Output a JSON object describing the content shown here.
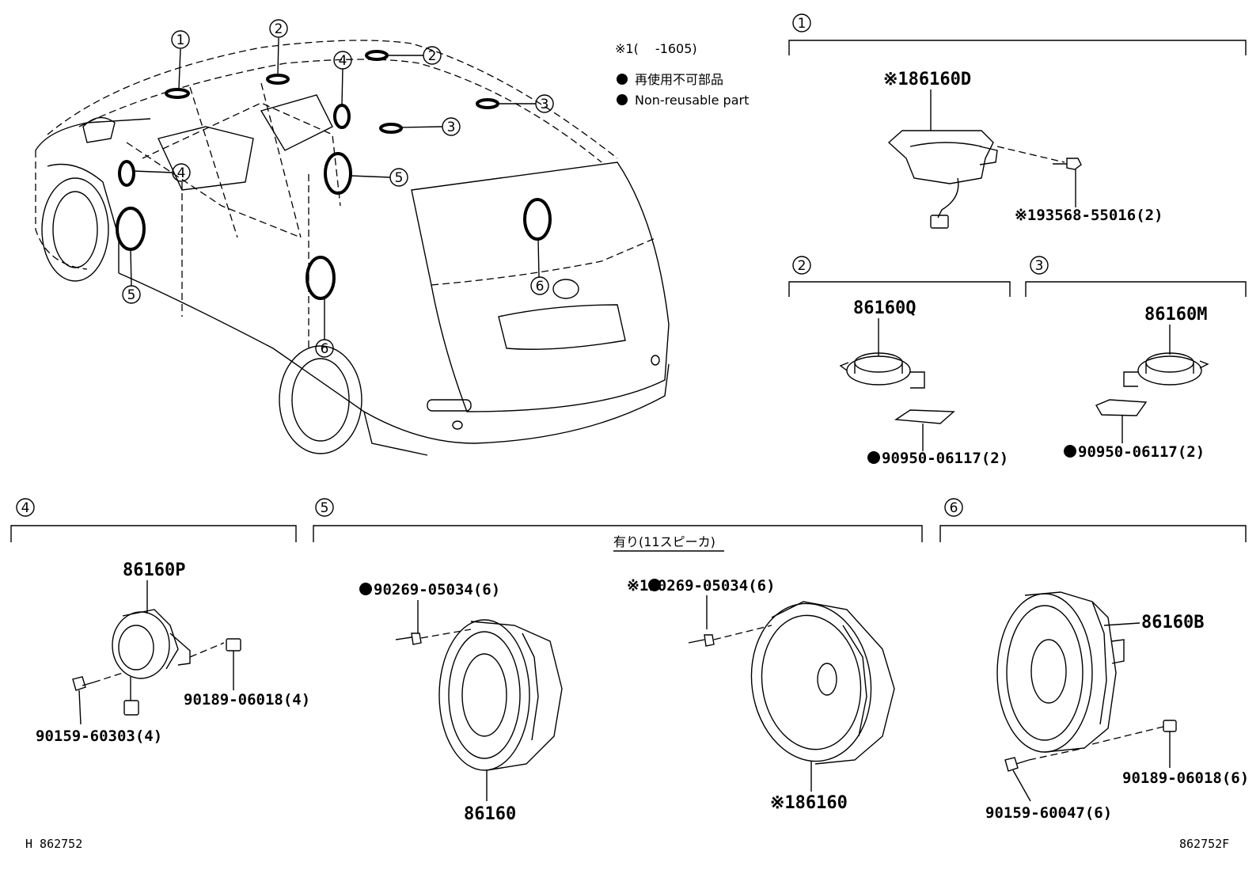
{
  "legend": {
    "variant_note": "※1(　 -1605)",
    "non_reusable_jp": "再使用不可部品",
    "non_reusable_en": "Non-reusable part"
  },
  "callouts": {
    "c1": "1",
    "c2": "2",
    "c3": "3",
    "c4": "4",
    "c5": "5",
    "c6": "6"
  },
  "groups": {
    "g1": {
      "number": "1",
      "parts": [
        "※186160D",
        "※193568-55016(2)"
      ]
    },
    "g2": {
      "number": "2",
      "parts": [
        "86160Q",
        "90950-06117(2)"
      ]
    },
    "g3": {
      "number": "3",
      "parts": [
        "86160M",
        "90950-06117(2)"
      ]
    },
    "g4": {
      "number": "4",
      "parts": [
        "86160P",
        "90189-06018(4)",
        "90159-60303(4)"
      ]
    },
    "g5": {
      "number": "5",
      "subtitle": "有り(11スピーカ)",
      "parts": [
        "90269-05034(6)",
        "86160",
        "※190269-05034(6)",
        "※186160"
      ]
    },
    "g6": {
      "number": "6",
      "parts": [
        "86160B",
        "90189-06018(6)",
        "90159-60047(6)"
      ]
    }
  },
  "footer": {
    "left_code": "H 862752",
    "right_code": "862752F"
  }
}
